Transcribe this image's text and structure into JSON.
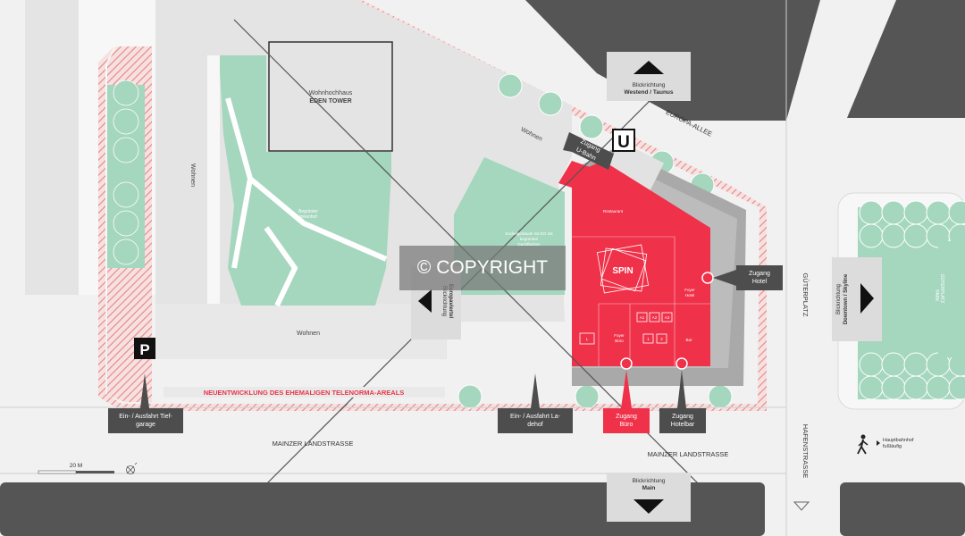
{
  "labels": {
    "eden_tower_line1": "Wohnhochhaus",
    "eden_tower_line2": "EDEN TOWER",
    "wohnen_left": "Wohnen",
    "wohnen_top": "Wohnen",
    "wohnen_bottom": "Wohnen",
    "innenhof_line1": "Begrünter",
    "innenhof_line2": "Innenhof",
    "sockel_line1": "Sockelgebäude mit EG mit",
    "sockel_line2": "begrünten",
    "sockel_line3": "Dachflächen",
    "restaurant": "Restaurant",
    "foyer_hotel_line1": "Foyer",
    "foyer_hotel_line2": "Hotel",
    "foyer_buero_line1": "Foyer",
    "foyer_buero_line2": "Büro",
    "bar": "Bar",
    "unit_a1": "A1",
    "unit_a2": "A2",
    "unit_a3": "A3",
    "unit_l": "L",
    "unit_1": "1",
    "unit_2": "2",
    "spin_logo": "SPIN",
    "europa_allee": "EUROPA-ALLEE",
    "gueterplatz": "GÜTERPLATZ",
    "gueterplatz_park_line1": "GÜTERPLATZ",
    "gueterplatz_park_line2": "PARK",
    "mainzer_left": "MAINZER LANDSTRASSE",
    "mainzer_right": "MAINZER LANDSTRASSE",
    "hafenstrasse": "HAFENSTRASSE",
    "neuentwicklung": "NEUENTWICKLUNG DES EHEMALIGEN TELENORMA-AREALS",
    "parking_symbol": "P",
    "ubahn_symbol": "U",
    "copyright": "© COPYRIGHT",
    "scale": "20 M"
  },
  "views": {
    "west_line1": "Blickrichtung",
    "west_line2": "Westend / Taunus",
    "europa_line1": "Blickrichtung",
    "europa_line2": "Europaviertel",
    "downtown_line1": "Blickrichtung",
    "downtown_line2": "Downtown / Skyline",
    "main_line1": "Blickrichtung",
    "main_line2": "Main"
  },
  "callouts": {
    "ubahn_line1": "Zugang",
    "ubahn_line2": "U-Bahn",
    "hotel_line1": "Zugang",
    "hotel_line2": "Hotel",
    "tiefgarage_line1": "Ein- / Ausfahrt Tief-",
    "tiefgarage_line2": "garage",
    "ladehof_line1": "Ein- / Ausfahrt La-",
    "ladehof_line2": "dehof",
    "buero_line1": "Zugang",
    "buero_line2": "Büro",
    "hotelbar_line1": "Zugang",
    "hotelbar_line2": "Hotelbar"
  },
  "legend": {
    "hauptbahnhof_line1": "Hauptbahnhof",
    "hauptbahnhof_line2": "fußläufig"
  },
  "colors": {
    "spin_red": "#f0314a",
    "green": "#a5d6be",
    "dark_block": "#545454",
    "callout_grey": "#4d4d4d",
    "view_box": "#dcdcdc"
  }
}
